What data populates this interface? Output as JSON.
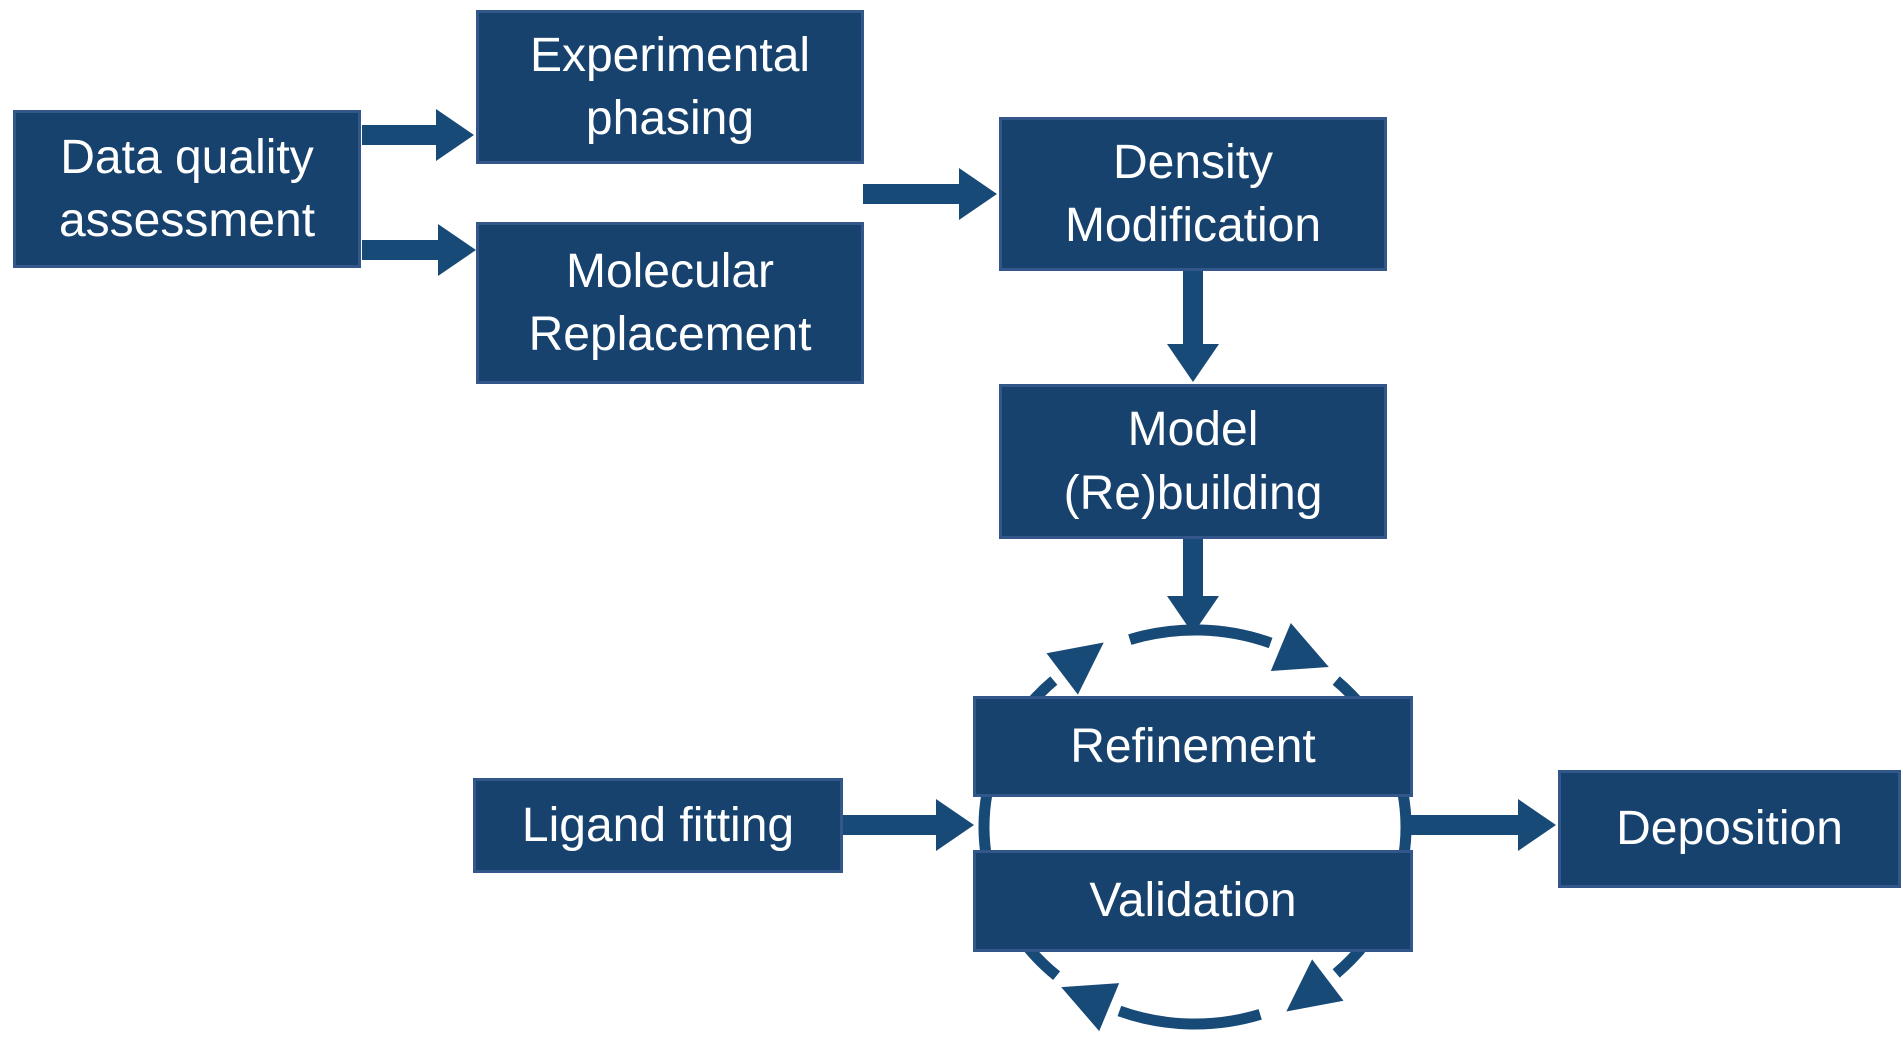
{
  "diagram": {
    "nodes": [
      {
        "id": "data-quality-assessment",
        "label": "Data quality assessment"
      },
      {
        "id": "experimental-phasing",
        "label": "Experimental phasing"
      },
      {
        "id": "molecular-replacement",
        "label": "Molecular Replacement"
      },
      {
        "id": "density-modification",
        "label": "Density Modification"
      },
      {
        "id": "model-rebuilding",
        "label": "Model (Re)building"
      },
      {
        "id": "refinement",
        "label": "Refinement"
      },
      {
        "id": "validation",
        "label": "Validation"
      },
      {
        "id": "ligand-fitting",
        "label": "Ligand fitting"
      },
      {
        "id": "deposition",
        "label": "Deposition"
      }
    ],
    "edges": [
      {
        "from": "data-quality-assessment",
        "to": "experimental-phasing"
      },
      {
        "from": "data-quality-assessment",
        "to": "molecular-replacement"
      },
      {
        "from": [
          "experimental-phasing",
          "molecular-replacement"
        ],
        "to": "density-modification"
      },
      {
        "from": "density-modification",
        "to": "model-rebuilding"
      },
      {
        "from": "model-rebuilding",
        "to": "refinement-validation-cycle"
      },
      {
        "from": "ligand-fitting",
        "to": "refinement-validation-cycle"
      },
      {
        "from": "refinement-validation-cycle",
        "to": "deposition"
      },
      {
        "cycle": [
          "refinement",
          "validation"
        ],
        "direction": "clockwise"
      }
    ],
    "colors": {
      "background": "#FFFFFF",
      "box_fill": "#17426E",
      "box_border": "#33578B",
      "arrow": "#184A78",
      "text": "#FFFFFF"
    }
  }
}
